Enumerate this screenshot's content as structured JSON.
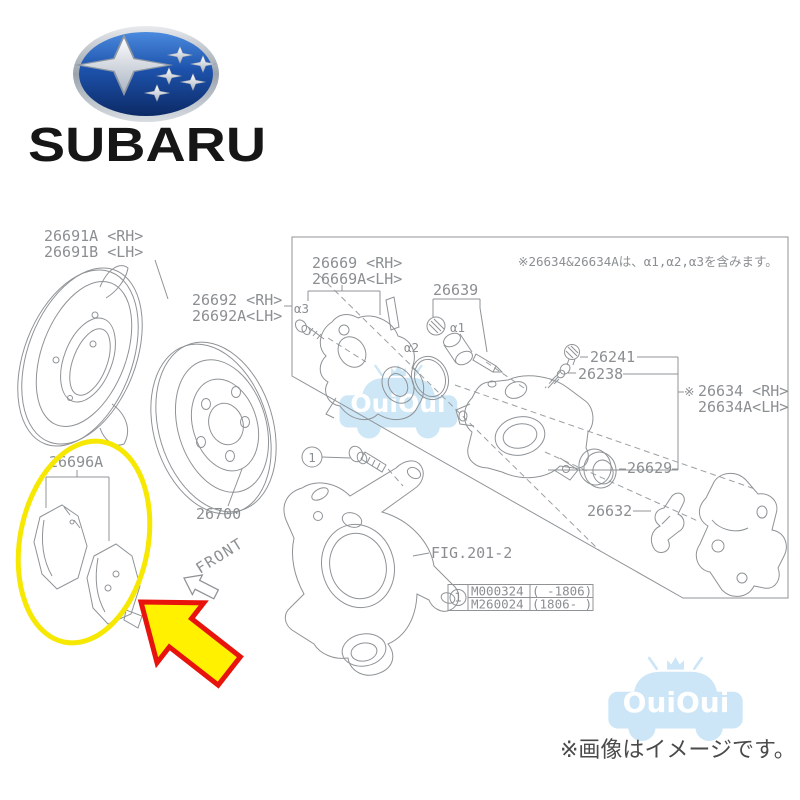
{
  "brand": {
    "name": "SUBARU"
  },
  "diagram": {
    "top_note": "※26634&26634Aは、α1,α2,α3を含みます。",
    "fig_ref": "FIG.201-2",
    "front_label": "FRONT",
    "callout_1": "1",
    "ref_mark": "※",
    "parts": {
      "p26691": {
        "l1": "26691A <RH>",
        "l2": "26691B <LH>"
      },
      "p26692": {
        "l1": "26692 <RH>",
        "l2": "26692A<LH>"
      },
      "p26669": {
        "l1": "26669 <RH>",
        "l2": "26669A<LH>"
      },
      "p26639": {
        "l1": "26639"
      },
      "p26241": {
        "l1": "26241"
      },
      "p26238": {
        "l1": "26238"
      },
      "p26634": {
        "l1": "26634 <RH>",
        "l2": "26634A<LH>"
      },
      "p26629": {
        "l1": "26629"
      },
      "p26632": {
        "l1": "26632"
      },
      "p26700": {
        "l1": "26700"
      },
      "p26696a": {
        "l1": "26696A"
      }
    },
    "alphas": {
      "a1": "α1",
      "a2": "α2",
      "a3": "α3"
    },
    "table": {
      "ref": "1",
      "rows": [
        {
          "code": "M000324",
          "range": "( -1806)"
        },
        {
          "code": "M260024",
          "range": "(1806- )"
        }
      ]
    }
  },
  "watermark": {
    "text": "OuiOui"
  },
  "footer": {
    "note": "※画像はイメージです。"
  },
  "colors": {
    "highlight_oval": "#f6e800",
    "arrow_fill": "#fff100",
    "arrow_border": "#e8130c",
    "watermark_blue": "#cce6f7",
    "line_gray": "#8f9396",
    "logo_blue_top": "#3a7ad6",
    "logo_blue_bottom": "#0c2a66",
    "logo_chrome": "#b9c3cf"
  }
}
